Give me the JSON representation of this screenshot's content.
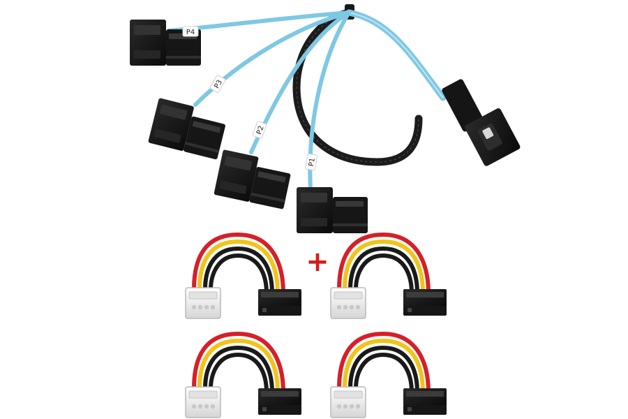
{
  "labels": {
    "p1": "P1",
    "p2": "P2",
    "p3": "P3",
    "p4": "P4",
    "plus": "+"
  },
  "colors": {
    "background": "#ffffff",
    "sas_cable_blue": "#7fc8e4",
    "braided_sleeve": "#1c1c1c",
    "connector_black": "#121212",
    "plus_red": "#d31d1d",
    "wire_red": "#d5202a",
    "wire_yellow": "#f0c419",
    "wire_black": "#1a1a1a",
    "molex_white": "#eeeeee"
  },
  "product": {
    "parts": [
      "sff-8087-to-4x-sff-8482-cable",
      "molex-to-sata-power-adapter-x4"
    ],
    "adapter_count": 4
  }
}
